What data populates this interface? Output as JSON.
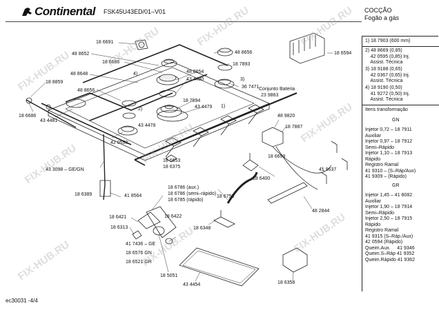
{
  "header": {
    "brand": "Continental",
    "model": "FSK45U43ED/01–V01",
    "title_line1": "COCÇÃO",
    "title_line2": "Fogão a gás"
  },
  "footer": {
    "code": "ec30031 -4/4"
  },
  "watermark": "FIX-HUB.RU",
  "labels": {
    "l18_6691": "18 6691",
    "l48_8652": "48 8652",
    "l18_6686a": "18 6686",
    "l48_8648": "48 8648",
    "n4": "4)",
    "l18_8859": "18 8859",
    "l48_8656a": "48 8656",
    "l18_6686b": "18 6686",
    "l43_4481": "43 4481",
    "l42_0593": "42 0593",
    "l43_3098": "43 3098 – GE/GN",
    "l18_6389": "18 6389",
    "l41_8564": "41 8564",
    "l18_6421": "18 6421",
    "l18_6313": "18 6313",
    "l48_8656b": "48 8656",
    "l18_7893": "18 7893",
    "l48_8654": "48 8654",
    "l43_4480": "43 4480",
    "n3": "3)",
    "l36_7471": "36 7471",
    "l18_7894": "18 7894",
    "n2": "2)",
    "l43_4479": "43 4479",
    "n1": "1)",
    "l43_4478": "43 4478",
    "l18_6594": "18 6594",
    "conj1": "Conjunto Bateria",
    "conj2": "23 9863",
    "l48_9820": "48 9820",
    "l18_7887": "18 7887",
    "l18_6699": "18 6699",
    "l18_6653": "18 6653",
    "l18_6375": "18 6375",
    "l18_6400": "18 6400",
    "l41_9637": "41 9637",
    "l18_6786": "18 6786 (aux.)",
    "l18_6786s": "18 6786 (semi–rápido)",
    "l18_6785": "18 6785 (rápido)",
    "l18_6422": "18 6422",
    "l18_6750": "18 6750",
    "l18_6348": "18 6348",
    "l48_2844": "48 2844",
    "l41_7436": "41 7436 – GE",
    "l18_6576": "18 6576 GN",
    "l18_6521": "18 6521 GR",
    "l18_5051": "18 5051",
    "l43_4454": "43 4454",
    "l18_6358": "18 6358"
  },
  "notes": {
    "n1": "1) 18 7903 (600 mm)",
    "n2": "2) 48 8669 (0,85)\n    42 0595 (0,85) Inj.\n    Assist. Técnica",
    "n3": "3) 18 9188 (0,65)\n    42 0367 (0,65) Inj.\n    Assist. Técnica",
    "n4": "4) 18 9190 (0,50)\n    41 9272 (0,50) Inj.\n    Assist. Técnica",
    "itens": "Itens transformação",
    "gn": "GN",
    "gn_body": "Injetor 0,72 – 18 7911\nAuxiliar\nInjetor 0,97 – 18 7912\nSemi–Rápido\nInjetor 1,10 – 18 7913\nRápido\nRegistro Ramal\n41 9310 – (S–Ráp/Aux)\n41 9309 – (Rápido)",
    "gr": "GR",
    "gr_body": "Injetor 1,45 – 41 8082\nAuxiliar\nInjetor 1,90 – 18 7914\nSemi–Rápido\nInjetor 2,50 – 18 7915\nRápido\nRegistro Ramal\n41 9315 (S–Ráp./Aux)\n42 0594 (Rápido)\nQueim.Aux.     41 9346\nQueim.S–Ráp 41 9352\nQueim.Rápido 41 9362"
  }
}
